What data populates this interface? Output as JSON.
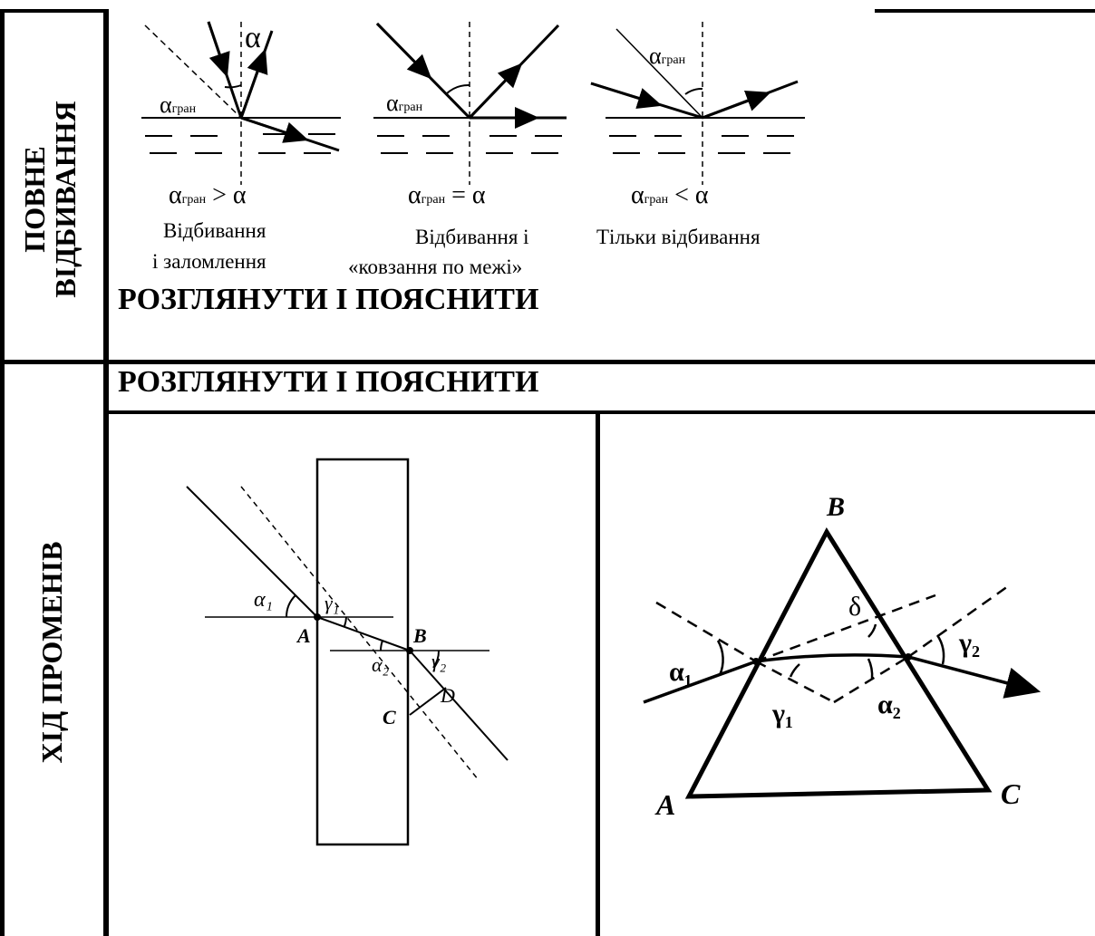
{
  "sections": {
    "total_reflection": {
      "side_label_line1": "ПОВНЕ",
      "side_label_line2": "ВІДБИВАННЯ",
      "caption": "РОЗГЛЯНУТИ І ПОЯСНИТИ",
      "panels": [
        {
          "angle_label": "αгран",
          "incident_label": "α",
          "condition": "αгран > α",
          "text_line1": "Відбивання",
          "text_line2": "і заломлення"
        },
        {
          "angle_label": "αгран",
          "condition": "αгран = α",
          "text_line1": "Відбивання і",
          "text_line2": "«ковзання по межі»"
        },
        {
          "angle_label": "αгран",
          "condition": "αгран < α",
          "text_line1": "Тільки відбивання",
          "text_line2": ""
        }
      ]
    },
    "ray_path": {
      "side_label": "ХІД ПРОМЕНІВ",
      "caption": "РОЗГЛЯНУТИ І ПОЯСНИТИ",
      "plate": {
        "alpha1": "α₁",
        "gamma1": "γ₁",
        "alpha2": "α₂",
        "gamma2": "γ₂",
        "A": "A",
        "B": "B",
        "C": "C",
        "D": "D"
      },
      "prism": {
        "A": "A",
        "B": "B",
        "C": "C",
        "alpha1": "α₁",
        "gamma1": "γ₁",
        "alpha2": "α₂",
        "gamma2": "γ₂",
        "delta": "δ"
      }
    }
  }
}
